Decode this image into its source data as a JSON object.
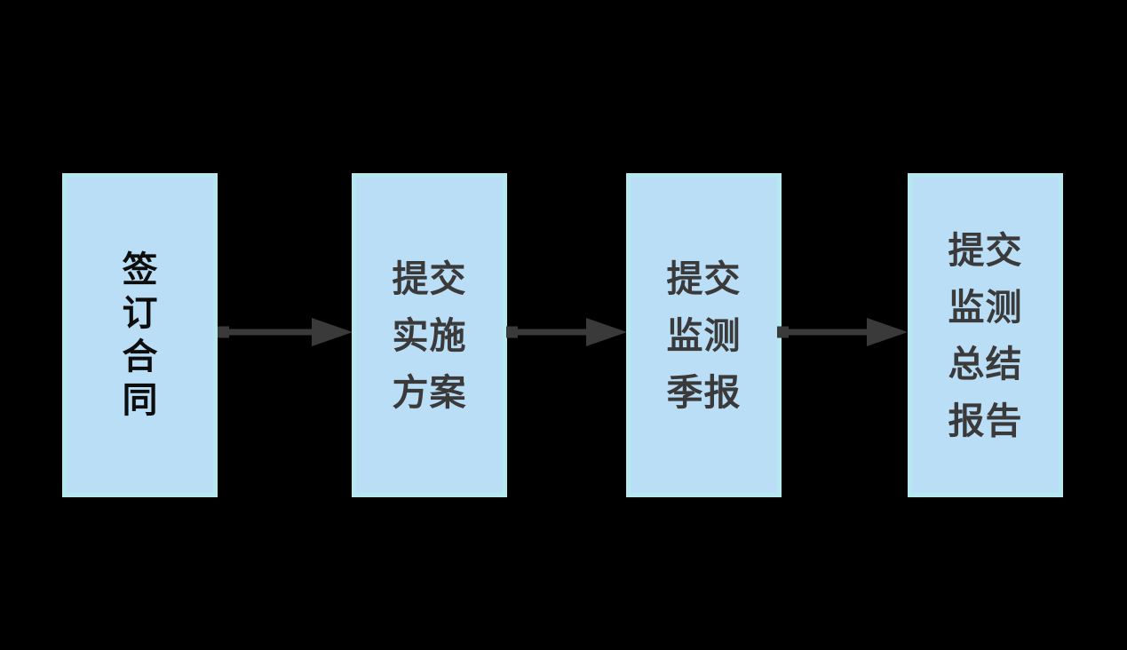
{
  "diagram": {
    "type": "flowchart",
    "direction": "left-to-right",
    "colors": {
      "background": "#000000",
      "box_fill": "#BBDEF7",
      "box_border": "#B5E9EF",
      "arrow": "#3A3A3A",
      "text_dark": "#0D0D0D",
      "text_gray": "#3A3A3A"
    },
    "steps": [
      {
        "id": 1,
        "label": "签订合同",
        "lines": [
          "签",
          "订",
          "合",
          "同"
        ]
      },
      {
        "id": 2,
        "label": "提交实施方案",
        "lines": [
          "提交",
          "实施",
          "方案"
        ]
      },
      {
        "id": 3,
        "label": "提交监测季报",
        "lines": [
          "提交",
          "监测",
          "季报"
        ]
      },
      {
        "id": 4,
        "label": "提交监测总结报告",
        "lines": [
          "提交",
          "监测",
          "总结",
          "报告"
        ]
      }
    ],
    "connectors": [
      {
        "from": 1,
        "to": 2
      },
      {
        "from": 2,
        "to": 3
      },
      {
        "from": 3,
        "to": 4
      }
    ]
  }
}
